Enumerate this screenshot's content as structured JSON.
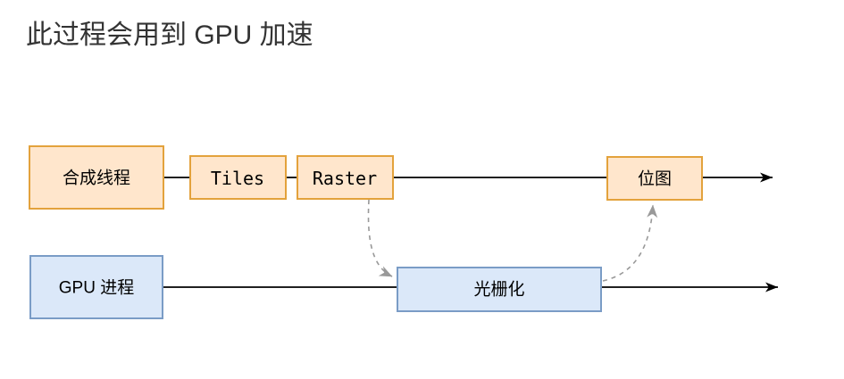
{
  "title": "此过程会用到 GPU 加速",
  "nodes": {
    "compositor_thread": {
      "label": "合成线程"
    },
    "tiles": {
      "label": "Tiles"
    },
    "raster": {
      "label": "Raster"
    },
    "bitmap": {
      "label": "位图"
    },
    "gpu_process": {
      "label": "GPU 进程"
    },
    "rasterization": {
      "label": "光栅化"
    }
  },
  "edges": [
    {
      "from": "compositor_thread",
      "to": "tiles",
      "style": "solid"
    },
    {
      "from": "tiles",
      "to": "raster",
      "style": "solid"
    },
    {
      "from": "raster",
      "to": "bitmap",
      "style": "solid"
    },
    {
      "from": "bitmap",
      "to": "out-right",
      "style": "solid-arrow"
    },
    {
      "from": "gpu_process",
      "to": "rasterization",
      "style": "solid"
    },
    {
      "from": "rasterization",
      "to": "out-right",
      "style": "solid-arrow"
    },
    {
      "from": "raster",
      "to": "rasterization",
      "style": "dashed-arrow"
    },
    {
      "from": "rasterization",
      "to": "bitmap",
      "style": "dashed-arrow"
    }
  ],
  "colors": {
    "orange_fill": "#FFE6CC",
    "orange_stroke": "#E3A23C",
    "blue_fill": "#DBE8F9",
    "blue_stroke": "#7A9CC6",
    "solid_arrow": "#000000",
    "dashed_arrow": "#999999",
    "title_text": "#333333"
  }
}
